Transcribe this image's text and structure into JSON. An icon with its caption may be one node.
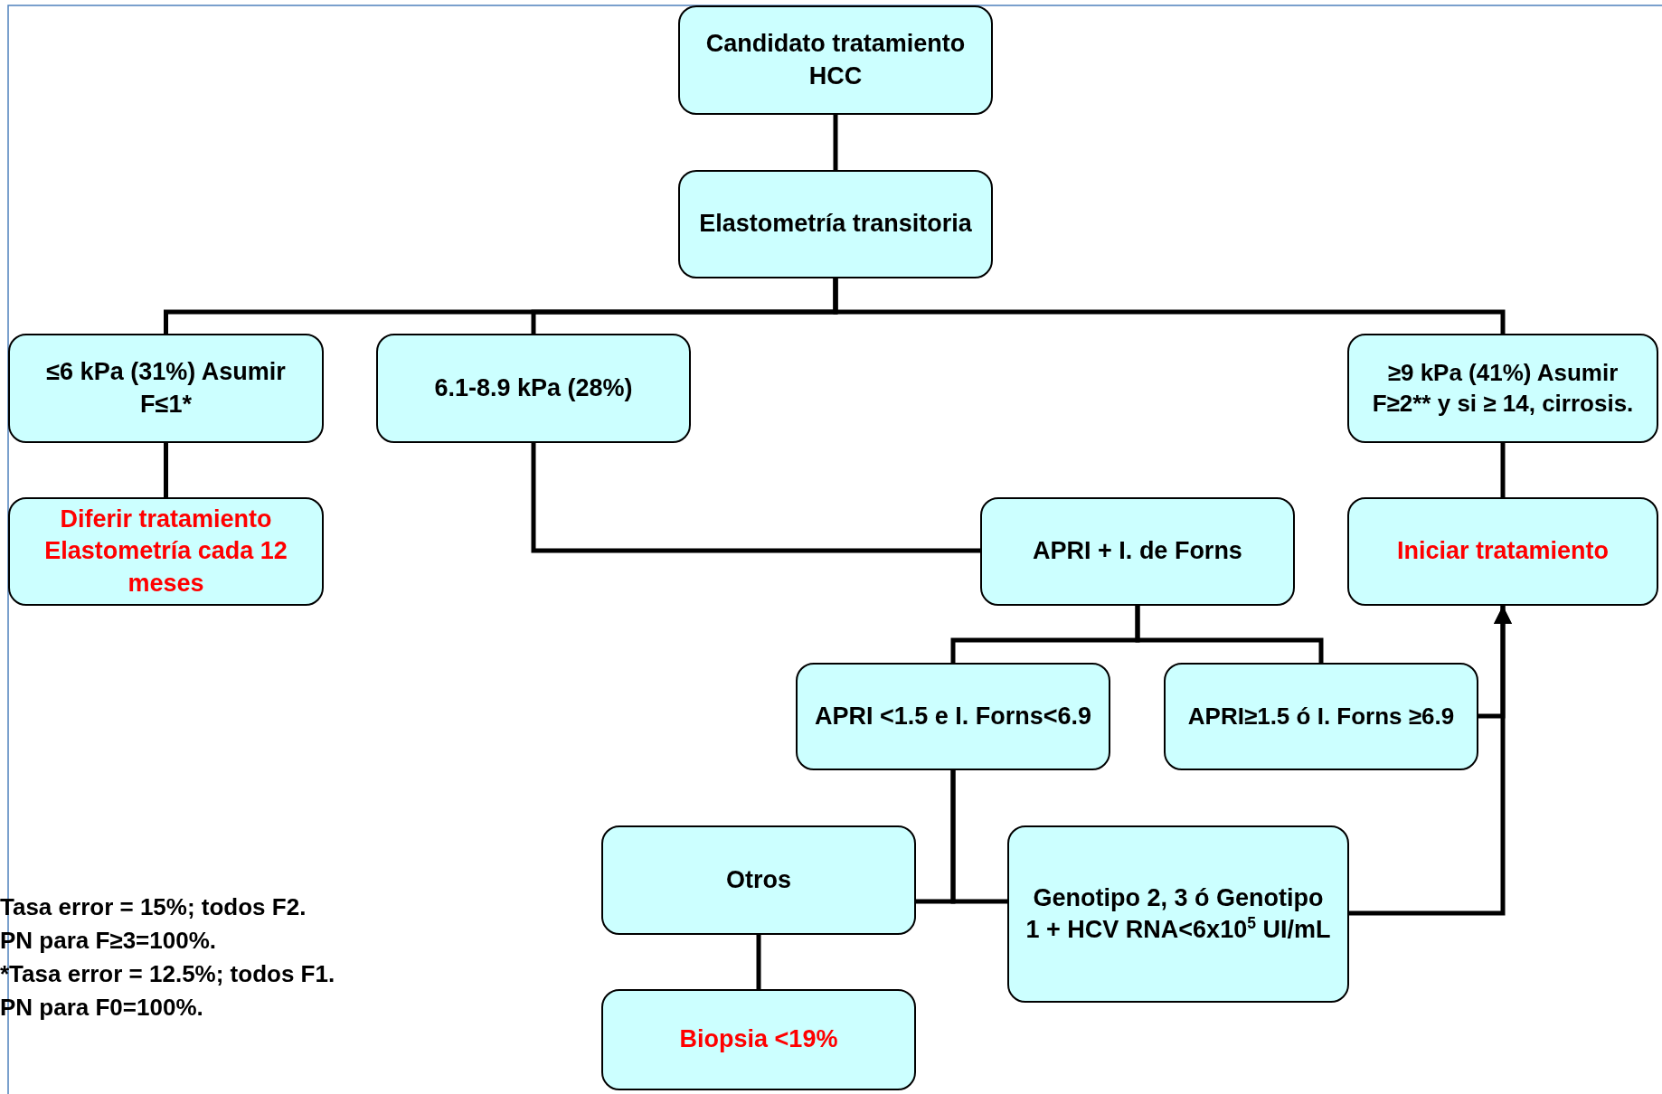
{
  "diagram": {
    "nodes": [
      {
        "text": [
          "Candidato tratamiento HCC"
        ]
      },
      {
        "text": [
          "Elastometría transitoria"
        ]
      },
      {
        "text": [
          "≤6 kPa (31%) Asumir F≤1*"
        ]
      },
      {
        "text": [
          "6.1-8.9 kPa (28%)"
        ]
      },
      {
        "text": [
          "≥9 kPa (41%) Asumir F≥2** y si ≥ 14, cirrosis."
        ]
      },
      {
        "text": [
          "Diferir tratamiento Elastometría cada 12 meses"
        ]
      },
      {
        "text": [
          "APRI + I. de Forns"
        ]
      },
      {
        "text": [
          "Iniciar tratamiento"
        ]
      },
      {
        "text": [
          "APRI <1.5 e I.  Forns<6.9"
        ]
      },
      {
        "text": [
          "APRI≥1.5 ó I. Forns ≥6.9"
        ]
      },
      {
        "text": [
          "Otros"
        ]
      },
      {
        "text": [
          "Genotipo 2, 3 ó Genotipo 1 + HCV RNA<6x10$^{5}$ UI/mL"
        ]
      },
      {
        "text": [
          "Biopsia <19%"
        ]
      }
    ],
    "edges": [
      {
        "from": 0,
        "to": 1,
        "arrow": "none"
      },
      {
        "from": 1,
        "to": 2,
        "arrow": "none"
      },
      {
        "from": 1,
        "to": 3,
        "arrow": "none"
      },
      {
        "from": 1,
        "to": 4,
        "arrow": "none"
      },
      {
        "from": 2,
        "to": 5,
        "arrow": "none"
      },
      {
        "from": 3,
        "to": 6,
        "arrow": "none"
      },
      {
        "from": 4,
        "to": 7,
        "arrow": "none"
      },
      {
        "from": 6,
        "to": 8,
        "arrow": "none"
      },
      {
        "from": 6,
        "to": 9,
        "arrow": "none"
      },
      {
        "from": 8,
        "to": 10,
        "arrow": "none"
      },
      {
        "from": 8,
        "to": 11,
        "arrow": "none"
      },
      {
        "from": 9,
        "to": 7,
        "arrow": "to"
      },
      {
        "from": 11,
        "to": 7,
        "arrow": "to"
      },
      {
        "from": 10,
        "to": 12,
        "arrow": "none"
      }
    ],
    "labels": [
      "Tasa error = 15%; todos F2.",
      "PN para F≥3=100%.",
      "*Tasa error = 12.5%; todos F1.",
      "PN para F0=100%."
    ]
  }
}
